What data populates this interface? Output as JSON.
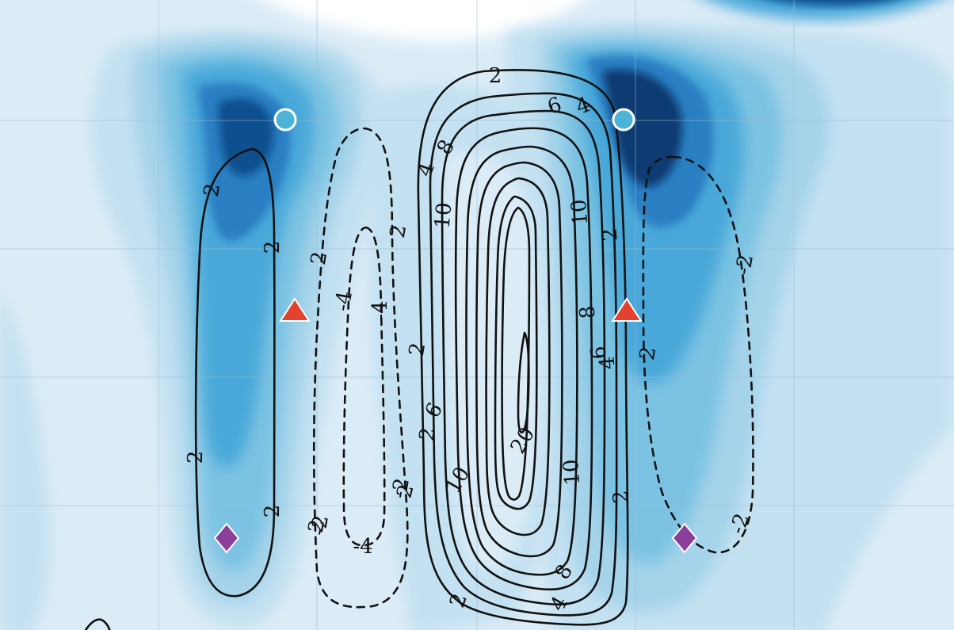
{
  "colors": {
    "level_0": "#dcecf7",
    "level_1": "#c3e1f1",
    "level_2": "#a5d3ea",
    "level_3": "#7bc3e3",
    "level_4": "#48a8d9",
    "level_5": "#2a7fc2",
    "level_6": "#11508f",
    "level_7": "#0b3a72",
    "contour_line": "#111111",
    "grid": "#9bbbd0",
    "marker_circle_fill": "#4bb3d8",
    "marker_circle_stroke": "#ffffff",
    "marker_triangle": "#e4412e",
    "marker_diamond": "#8a3f9a"
  },
  "chart_data": {
    "type": "contour",
    "title": "",
    "xlabel": "",
    "ylabel": "",
    "grid": true,
    "contour_levels_positive": [
      2,
      4,
      6,
      8,
      10,
      20
    ],
    "contour_levels_negative": [
      -2,
      -4
    ],
    "contour_labels": [
      "2",
      "2",
      "2",
      "2",
      "2",
      "2",
      "2",
      "2",
      "2",
      "2",
      "2",
      "2",
      "2",
      "2",
      "-2",
      "-2",
      "-4",
      "-4",
      "-4",
      "-2",
      "-2",
      "4",
      "6",
      "8",
      "10",
      "10",
      "8",
      "4",
      "6",
      "10",
      "10",
      "8",
      "6",
      "4",
      "20",
      "4",
      "2"
    ],
    "markers": [
      {
        "shape": "circle",
        "column": "left"
      },
      {
        "shape": "triangle",
        "column": "left"
      },
      {
        "shape": "diamond",
        "column": "left"
      },
      {
        "shape": "circle",
        "column": "right"
      },
      {
        "shape": "triangle",
        "column": "right"
      },
      {
        "shape": "diamond",
        "column": "right"
      }
    ]
  }
}
